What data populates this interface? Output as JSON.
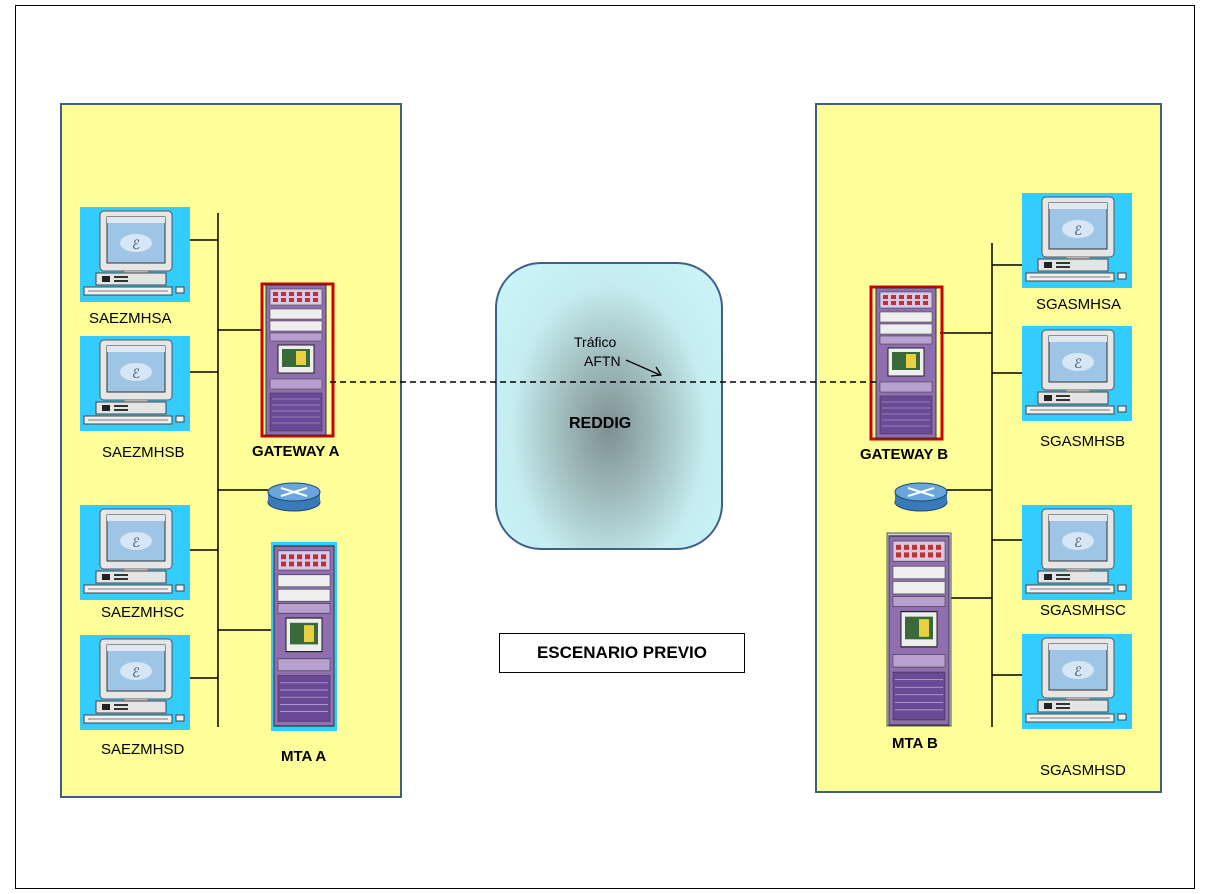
{
  "diagram": {
    "scenario_label": "ESCENARIO PREVIO",
    "cloud": {
      "label": "REDDIG",
      "traffic_label_line1": "Tráfico",
      "traffic_label_line2": "AFTN"
    },
    "left_site": {
      "workstations": [
        "SAEZMHSA",
        "SAEZMHSB",
        "SAEZMHSC",
        "SAEZMHSD"
      ],
      "gateway_label": "GATEWAY A",
      "mta_label": "MTA A"
    },
    "right_site": {
      "workstations": [
        "SGASMHSA",
        "SGASMHSB",
        "SGASMHSC",
        "SGASMHSD"
      ],
      "gateway_label": "GATEWAY B",
      "mta_label": "MTA B"
    },
    "colors": {
      "panel_fill": "#ffff99",
      "panel_border": "#3f5f7f",
      "cloud_fill": "#ccf6fa",
      "workstation_bg": "#33ccff",
      "gateway_border": "#cc0000",
      "rack_fill": "#8f6fb0"
    }
  }
}
